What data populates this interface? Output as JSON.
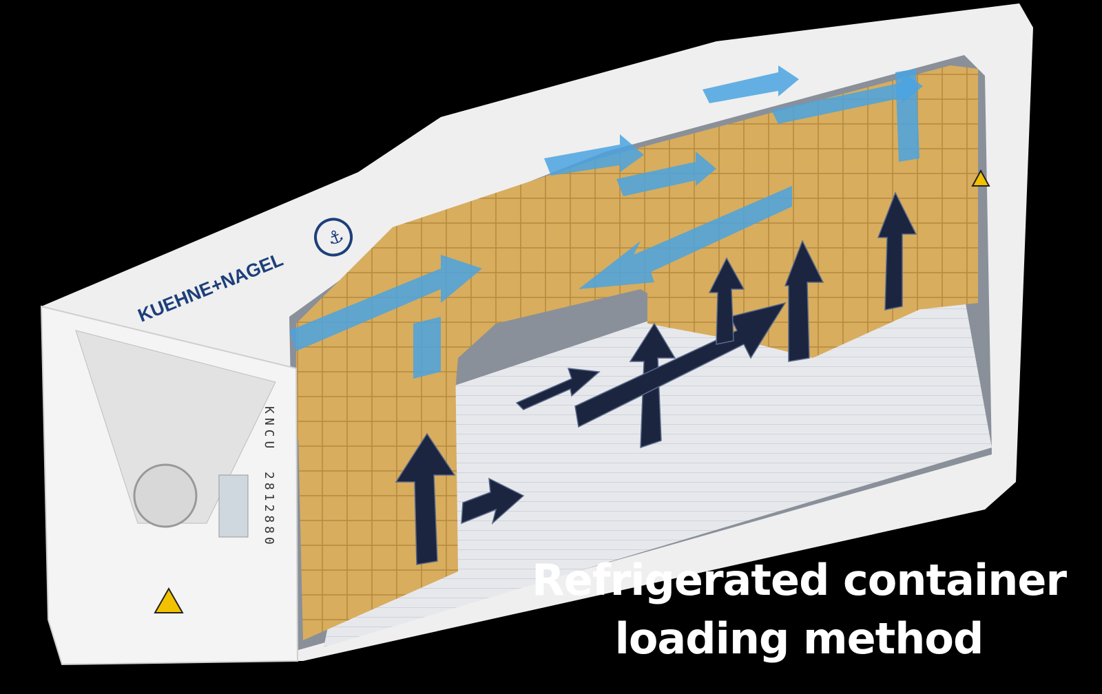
{
  "caption": {
    "line1": "Refrigerated container",
    "line2": "loading method"
  },
  "container": {
    "brand": "KUEHNE+NAGEL",
    "prefix": "KNCU",
    "number": "2812880"
  },
  "colors": {
    "background": "#000000",
    "container_shell": "#f2f2f2",
    "cargo": "#d8ad5e",
    "cold_air_arrows": "#4aa3e0",
    "return_air_arrows": "#1c2540",
    "brand": "#1d3f7a"
  }
}
